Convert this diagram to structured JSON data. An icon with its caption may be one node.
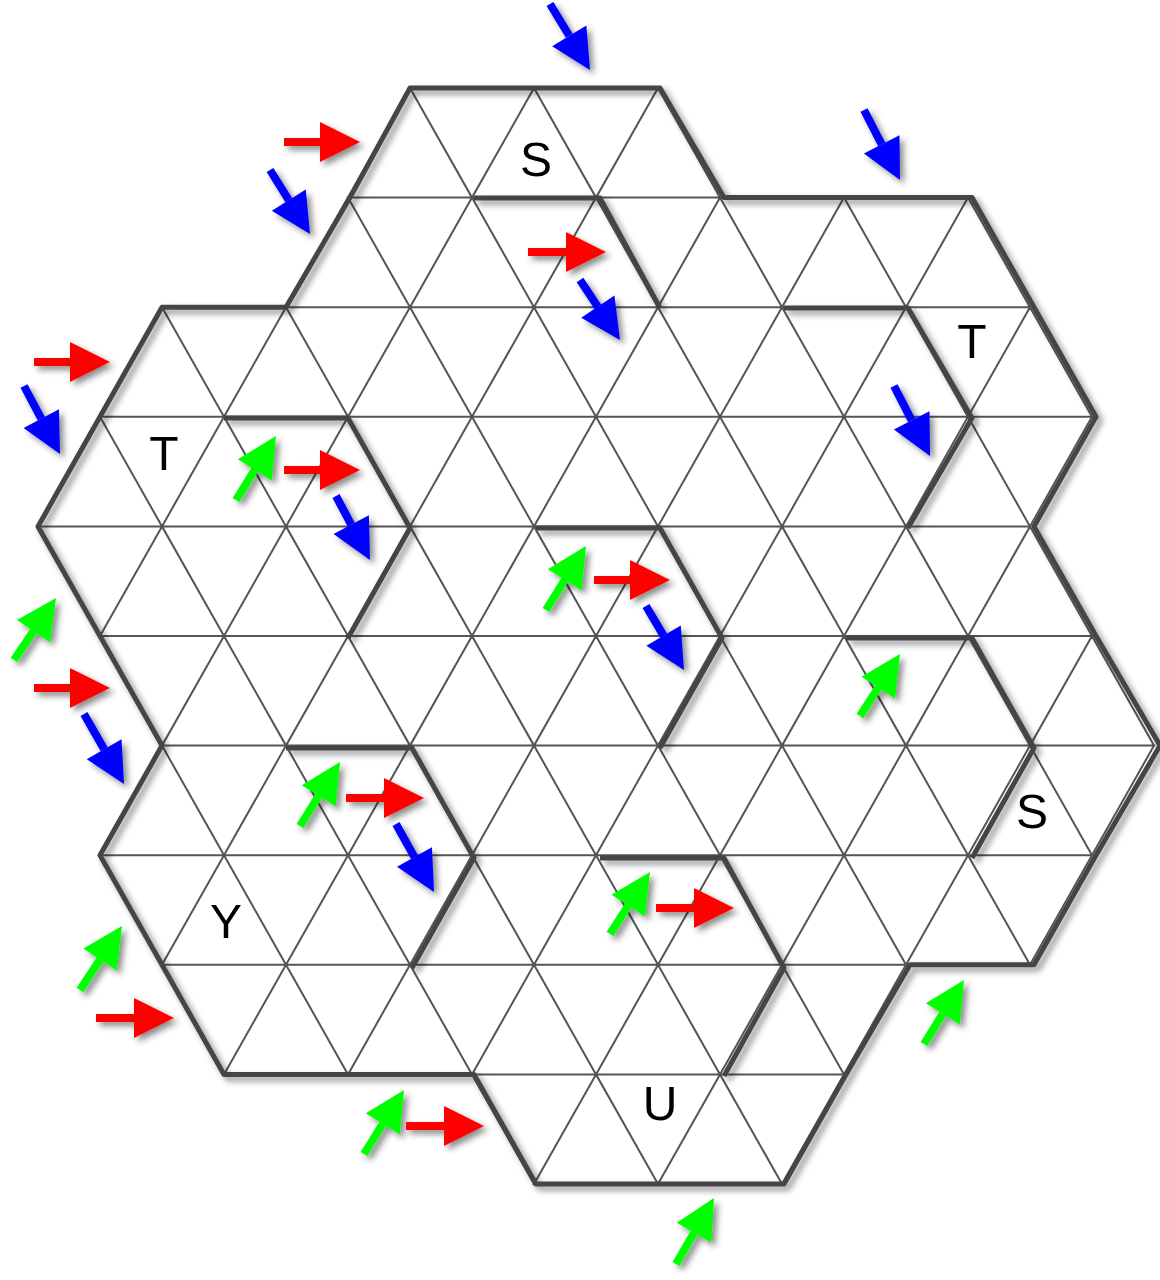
{
  "diagram": {
    "labels": [
      "S",
      "T",
      "T",
      "S",
      "Y",
      "U"
    ]
  }
}
